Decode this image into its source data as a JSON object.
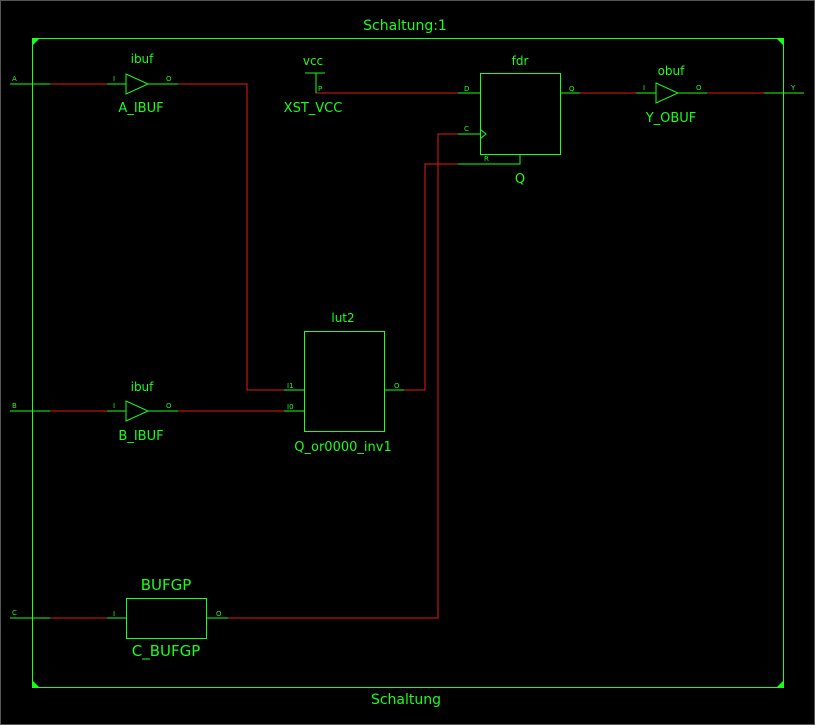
{
  "canvas": {
    "top_title": "Schaltung:1",
    "bottom_title": "Schaltung"
  },
  "ports": {
    "A": "A",
    "B": "B",
    "C": "C",
    "Y": "Y"
  },
  "instances": {
    "a_ibuf": {
      "type": "ibuf",
      "name": "A_IBUF",
      "pin_in": "I",
      "pin_out": "O"
    },
    "b_ibuf": {
      "type": "ibuf",
      "name": "B_IBUF",
      "pin_in": "I",
      "pin_out": "O"
    },
    "vcc": {
      "type": "vcc",
      "name": "XST_VCC",
      "pin": "P"
    },
    "fdr": {
      "type": "fdr",
      "name": "Q",
      "pin_d": "D",
      "pin_c": "C",
      "pin_r": "R",
      "pin_q": "Q"
    },
    "obuf": {
      "type": "obuf",
      "name": "Y_OBUF",
      "pin_in": "I",
      "pin_out": "O"
    },
    "lut2": {
      "type": "lut2",
      "name": "Q_or0000_inv1",
      "pin_i1": "I1",
      "pin_i0": "I0",
      "pin_o": "O"
    },
    "bufgp": {
      "type": "BUFGP",
      "name": "C_BUFGP",
      "pin_in": "I",
      "pin_out": "O"
    }
  },
  "colors": {
    "background": "#000000",
    "symbol": "#19ff19",
    "net": "#e01a1a"
  }
}
